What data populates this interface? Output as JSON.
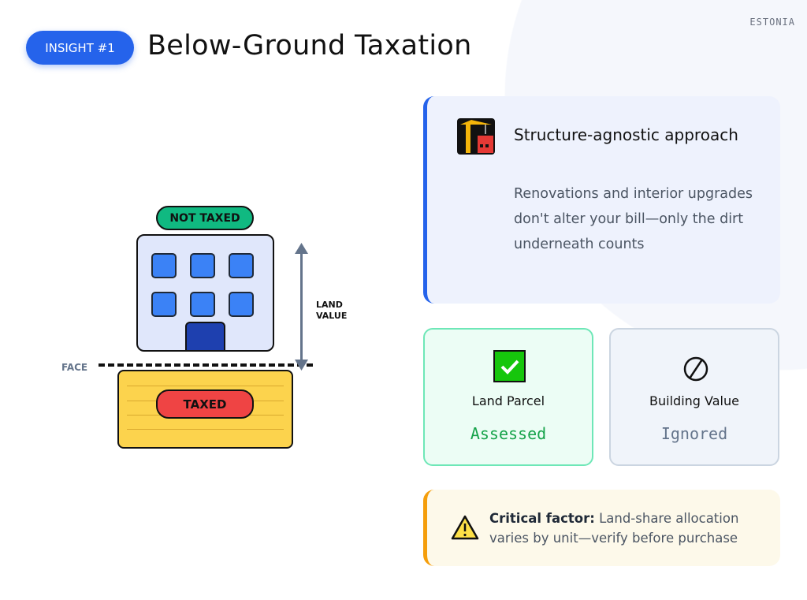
{
  "header": {
    "badge": "INSIGHT #1",
    "title": "Below-Ground Taxation",
    "country": "ESTONIA"
  },
  "diagram": {
    "not_taxed": "NOT TAXED",
    "taxed": "TAXED",
    "face_label": "FACE",
    "land_value_line1": "LAND",
    "land_value_line2": "VALUE"
  },
  "main_card": {
    "icon": "construction-crane-icon",
    "title": "Structure-agnostic approach",
    "description": "Renovations and interior upgrades don't alter your bill—only the dirt underneath counts"
  },
  "land_card": {
    "icon": "check-mark-icon",
    "label": "Land Parcel",
    "value": "Assessed",
    "value_color": "#16a34a"
  },
  "building_card": {
    "icon": "prohibited-icon",
    "label": "Building Value",
    "value": "Ignored",
    "value_color": "#64748b"
  },
  "warning": {
    "icon": "warning-icon",
    "bold": "Critical factor:",
    "text": " Land-share allocation varies by unit—verify before purchase"
  }
}
